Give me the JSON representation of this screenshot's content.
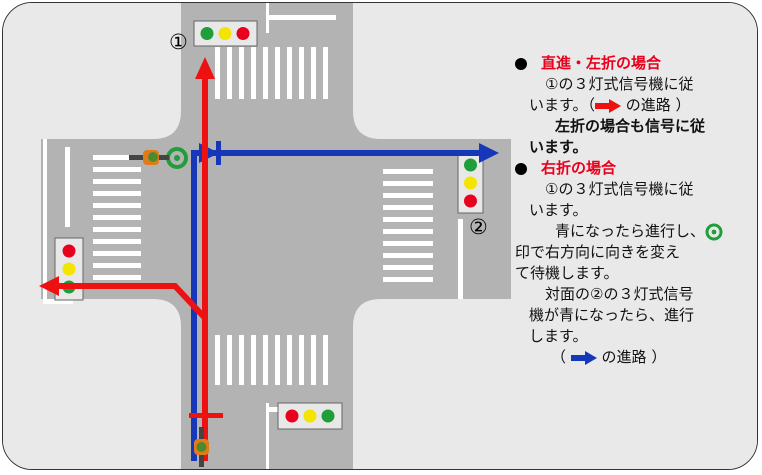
{
  "diagram": {
    "label_signal_1": "①",
    "label_signal_2": "②"
  },
  "notes": {
    "straight_left": {
      "heading": "直進・左折の場合",
      "line1": "①の３灯式信号機に従",
      "line2a": "います。（",
      "line2b": " の進路 ）",
      "line3": "左折の場合も信号に従",
      "line4": "います。"
    },
    "right_turn": {
      "heading": "右折の場合",
      "line1": "①の３灯式信号機に従",
      "line2": "います。",
      "line3a": "青になったら進行し、",
      "line4": "印で右方向に向きを変え",
      "line5": "て待機します。",
      "line6": "対面の②の３灯式信号",
      "line7": "機が青になったら、進行",
      "line8": "します。",
      "line9a": "（ ",
      "line9b": " の進路 ）"
    }
  },
  "colors": {
    "road": "#b3b3b3",
    "sidewalk": "#e9e9e9",
    "red_path": "#ee1111",
    "blue_path": "#1638b8",
    "signal_green": "#1f9e3a",
    "signal_yellow": "#f5e400",
    "signal_red": "#e8001c"
  }
}
